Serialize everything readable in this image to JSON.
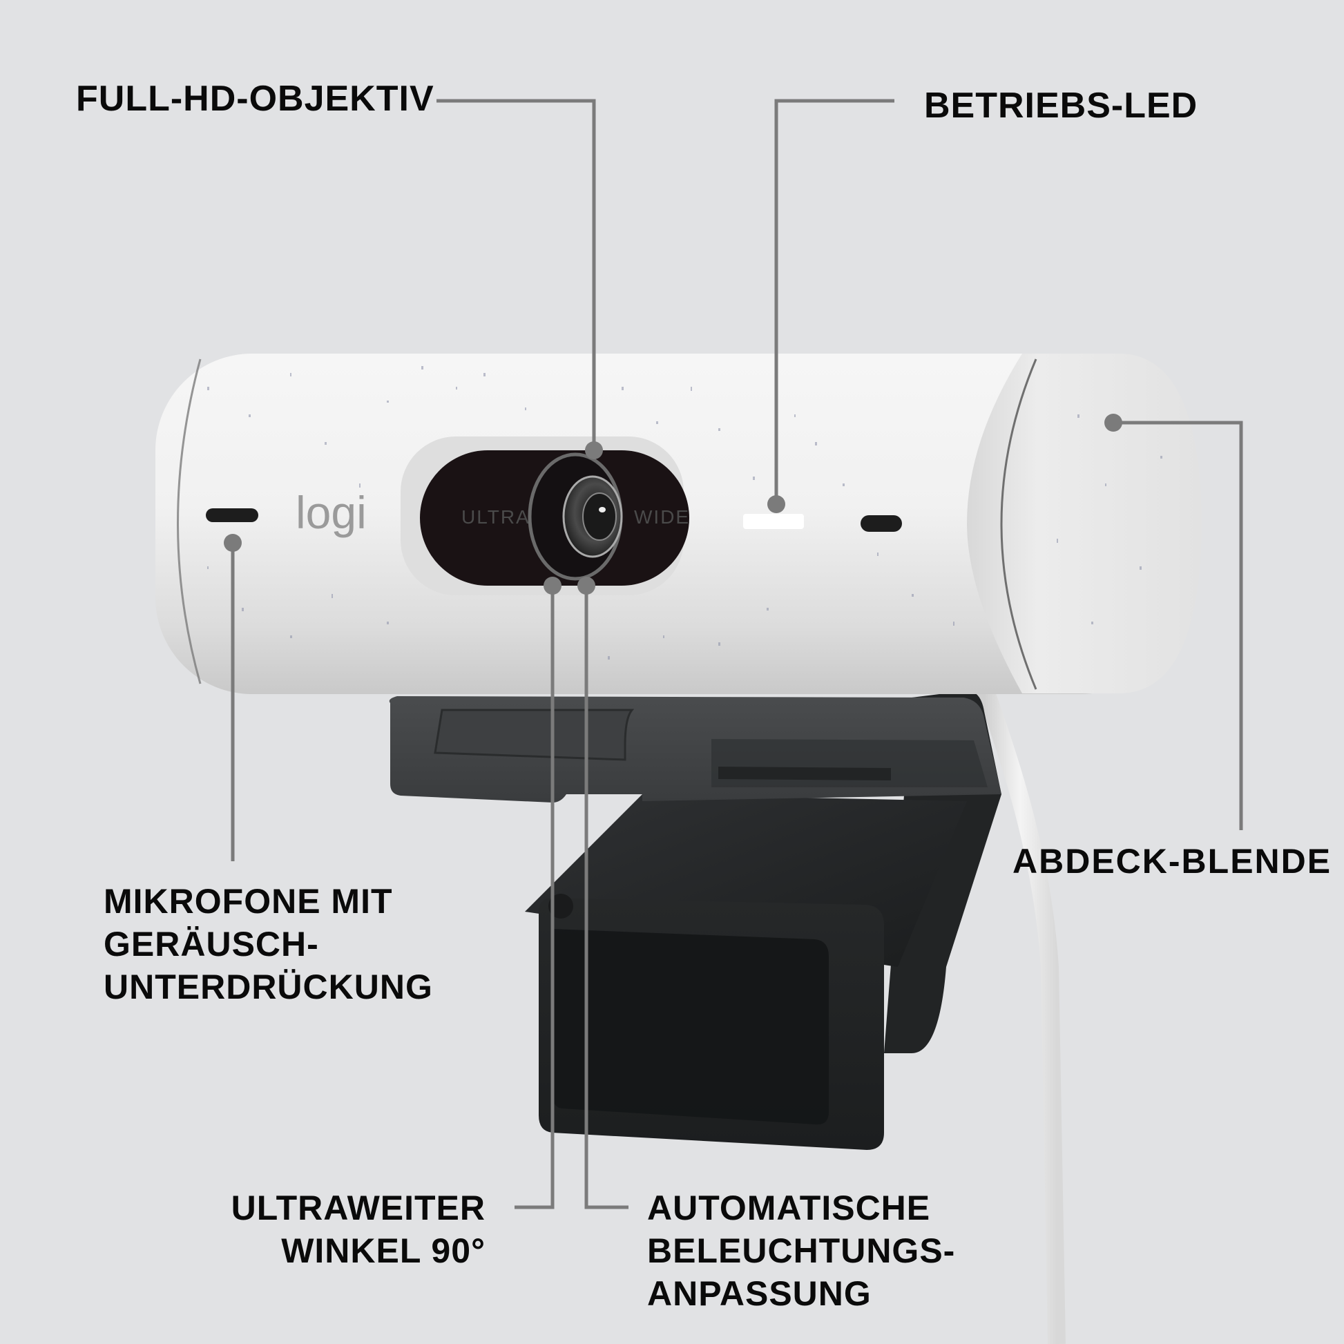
{
  "colors": {
    "background": "#e1e2e4",
    "callout_line": "#7b7b7b",
    "label_text": "#0a0a0a",
    "webcam_body": "#eeeeee",
    "lens_panel": "#1a1214",
    "mount": "#2b2d2e",
    "cable": "#ededed"
  },
  "product": {
    "brand_logo": "logi",
    "lens_ring_left_text": "ULTRA",
    "lens_ring_right_text": "WIDE"
  },
  "callouts": {
    "lens": {
      "lines": [
        "FULL-HD-OBJEKTIV"
      ]
    },
    "led": {
      "lines": [
        "BETRIEBS-LED"
      ]
    },
    "shutter": {
      "lines": [
        "ABDECK-BLENDE"
      ]
    },
    "microphones": {
      "lines": [
        "MIKROFONE MIT",
        "GERÄUSCH-",
        "UNTERDRÜCKUNG"
      ]
    },
    "wide_angle": {
      "lines": [
        "ULTRAWEITER",
        "WINKEL 90°"
      ]
    },
    "auto_light": {
      "lines": [
        "AUTOMATISCHE",
        "BELEUCHTUNGS-",
        "ANPASSUNG"
      ]
    }
  }
}
